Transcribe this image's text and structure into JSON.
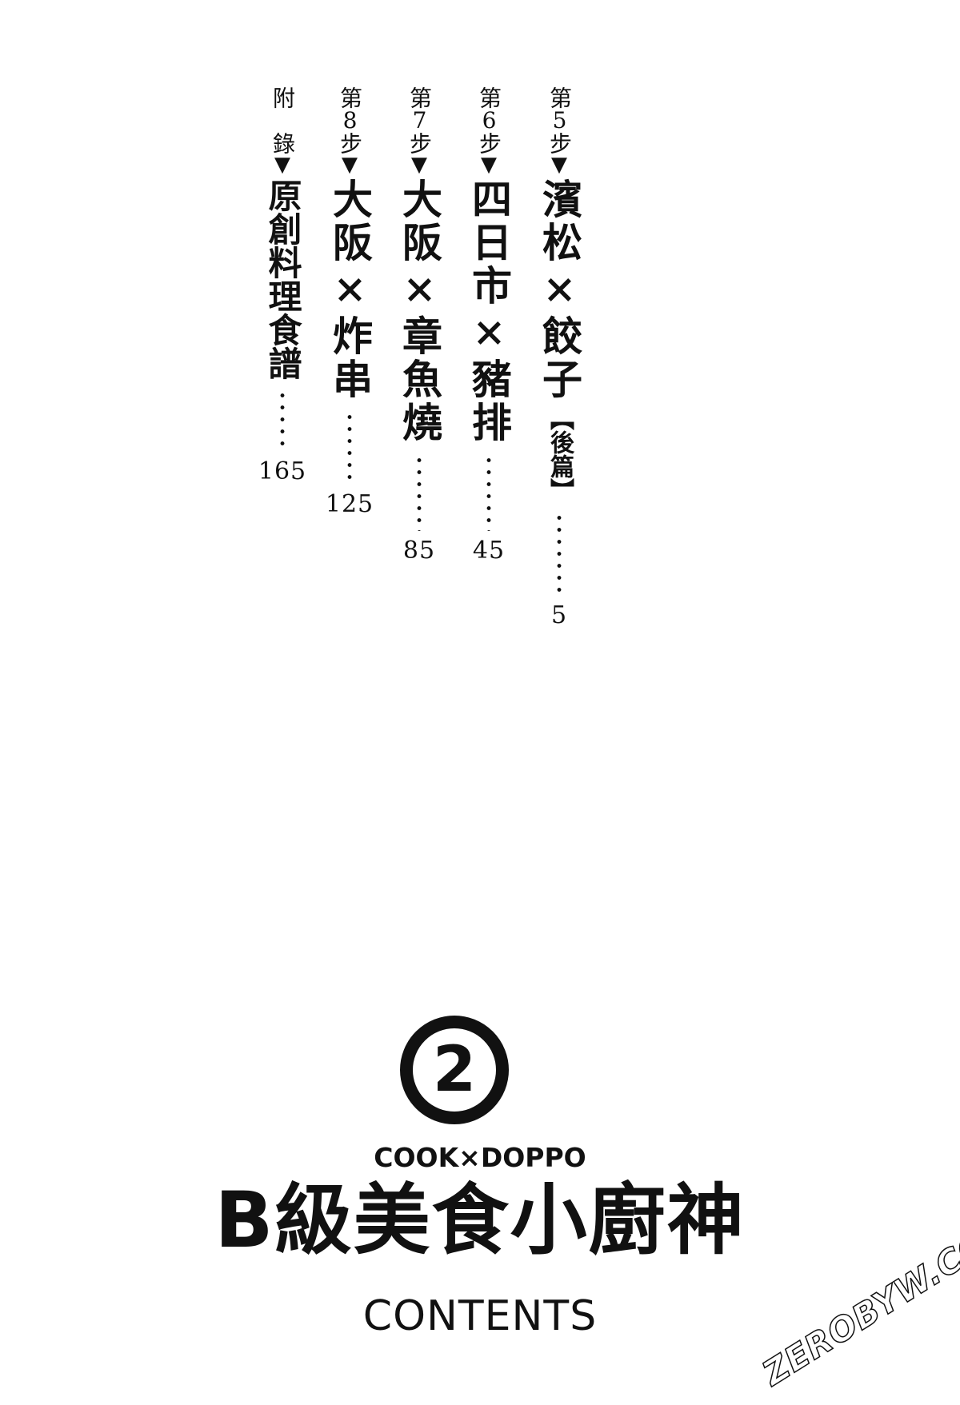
{
  "toc": {
    "entries": [
      {
        "label": "第5步",
        "arrow": "▼",
        "title": "濱松×餃子",
        "subtitle": "【後篇】",
        "page": "5"
      },
      {
        "label": "第6步",
        "arrow": "▼",
        "title": "四日市×豬排",
        "subtitle": "",
        "page": "45"
      },
      {
        "label": "第7步",
        "arrow": "▼",
        "title": "大阪×章魚燒",
        "subtitle": "",
        "page": "85"
      },
      {
        "label": "第8步",
        "arrow": "▼",
        "title": "大阪×炸串",
        "subtitle": "",
        "page": "125"
      },
      {
        "label": "附 錄",
        "arrow": "▼",
        "title": "原創料理食譜",
        "subtitle": "",
        "page": "165"
      }
    ]
  },
  "cover": {
    "volume": "2",
    "series_top": "COOK×DOPPO",
    "series_title": "B級美食小廚神",
    "contents_label": "CONTENTS"
  },
  "watermark": "ZEROBYW.COM"
}
